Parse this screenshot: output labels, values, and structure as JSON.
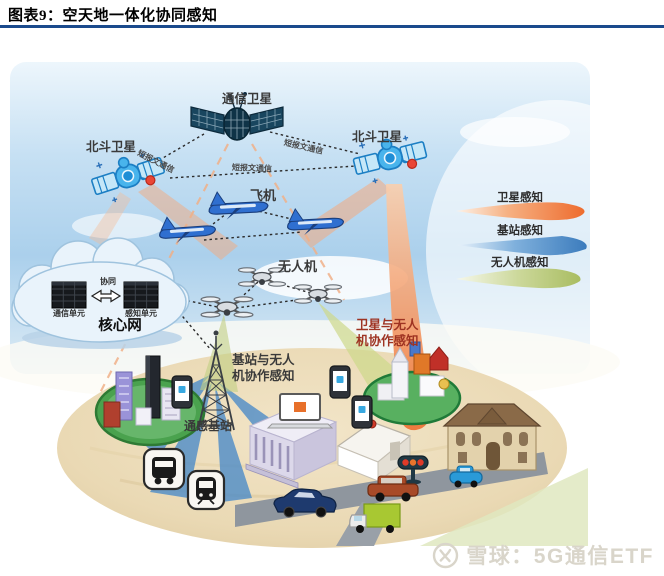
{
  "header": {
    "title": "图表9：空天地一体化协同感知"
  },
  "diagram": {
    "comm_satellite": "通信卫星",
    "beidou_left": "北斗卫星",
    "beidou_right": "北斗卫星",
    "aircraft": "飞机",
    "drone": "无人机",
    "link_left": "短报文通信",
    "link_right": "短报文通信",
    "link_cross": "短报文通信",
    "cloud": {
      "comm_unit": "通信单元",
      "sense_unit": "感知单元",
      "coordination": "协同",
      "core_network": "核心网"
    },
    "base_station_label": "通感基站",
    "bs_drone_note_line1": "基站与无人",
    "bs_drone_note_line2": "机协作感知",
    "sat_drone_note_line1": "卫星与无人",
    "sat_drone_note_line2": "机协作感知"
  },
  "legend": {
    "satellite": "卫星感知",
    "base_station": "基站感知",
    "drone": "无人机感知"
  },
  "watermark": {
    "text": "雪球：5G通信ETF"
  },
  "colors": {
    "title_rule": "#1a4a8c",
    "satellite_beam": "#ee6c2e",
    "base_station_beam": "#3c7cbd",
    "drone_beam": "#a9bd62",
    "sat_drone_note": "#9e3322"
  }
}
